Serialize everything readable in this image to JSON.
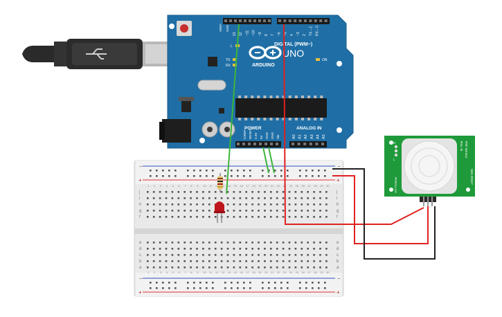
{
  "arduino": {
    "logo_text": "ARDUINO",
    "model": "UNO",
    "digital_label": "DIGITAL (PWM~)",
    "power_label": "POWER",
    "analog_label": "ANALOG IN",
    "on_label": "ON",
    "l_label": "L",
    "tx_label": "TX",
    "rx_label": "RX",
    "aref_label": "AREF",
    "gnd_label": "GND",
    "digital_pins": [
      "13",
      "12",
      "~11",
      "~10",
      "~9",
      "8",
      "7",
      "~6",
      "~5",
      "4",
      "~3",
      "2",
      "TX→1",
      "RX←0"
    ],
    "power_pins": [
      "IOREF",
      "RESET",
      "3.3V",
      "5V",
      "GND",
      "GND",
      "Vin"
    ],
    "analog_pins": [
      "A0",
      "A1",
      "A2",
      "A3",
      "A4",
      "A5"
    ]
  },
  "breadboard": {
    "row_letters_top": [
      "j",
      "i",
      "h",
      "g",
      "f"
    ],
    "row_letters_bottom": [
      "e",
      "d",
      "c",
      "b",
      "a"
    ],
    "columns": 30,
    "minus": "−",
    "plus": "+"
  },
  "pir": {
    "title": "PIR Sensor",
    "rev": "Rev. B",
    "part": "555-28027",
    "pin_h": "H",
    "pin_l": "L",
    "parallax": "PARALLAX"
  },
  "colors": {
    "arduino": "#1f6fa6",
    "arduino_dark": "#175a89",
    "wire_green": "#3db53d",
    "wire_red": "#e02020",
    "wire_black": "#202020",
    "pir_board": "#1f9a3a",
    "led": "#c0141c",
    "breadboard": "#e9e9e9",
    "rail_red": "#e03030",
    "rail_blue": "#3050c0"
  }
}
